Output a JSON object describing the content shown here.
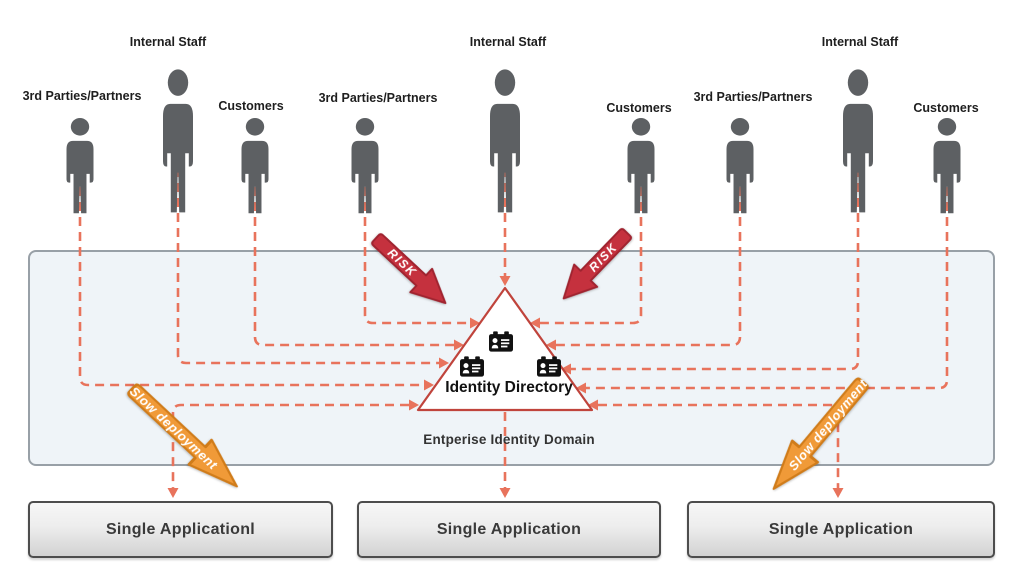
{
  "diagram_title": "",
  "actors": [
    {
      "role": "3rd-parties",
      "label": "3rd Parties/Partners"
    },
    {
      "role": "internal-staff",
      "label": "Internal Staff"
    },
    {
      "role": "customers",
      "label": "Customers"
    },
    {
      "role": "3rd-parties",
      "label": "3rd Parties/Partners"
    },
    {
      "role": "internal-staff",
      "label": "Internal Staff"
    },
    {
      "role": "customers",
      "label": "Customers"
    },
    {
      "role": "3rd-parties",
      "label": "3rd Parties/Partners"
    },
    {
      "role": "internal-staff",
      "label": "Internal Staff"
    },
    {
      "role": "customers",
      "label": "Customers"
    }
  ],
  "domain": {
    "label": "Entperise Identity Domain"
  },
  "directory": {
    "label": "Identity Directory",
    "icons": [
      "id-card-icon",
      "id-card-icon",
      "id-card-icon"
    ]
  },
  "risk_arrows": [
    {
      "label": "RISK"
    },
    {
      "label": "RISK"
    }
  ],
  "deployment_arrows": [
    {
      "label": "Slow deployment"
    },
    {
      "label": "Slow deployment"
    }
  ],
  "applications": [
    {
      "label": "Single Applicationl"
    },
    {
      "label": "Single Application"
    },
    {
      "label": "Single Application"
    }
  ],
  "colors": {
    "connector_salmon": "#E8735C",
    "person_gray": "#5D6063",
    "domain_fill": "#EFF4F8",
    "domain_border": "#98A0A7",
    "triangle_border": "#C0443C",
    "risk_fill": "#C5313E",
    "risk_border": "#A02430",
    "deployment_fill": "#F09A38",
    "deployment_border": "#D07C1A"
  }
}
